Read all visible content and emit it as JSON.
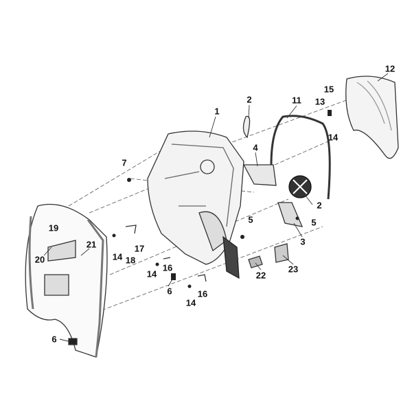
{
  "diagram": {
    "callouts": [
      {
        "id": "c1",
        "text": "1"
      },
      {
        "id": "c2a",
        "text": "2"
      },
      {
        "id": "c2b",
        "text": "2"
      },
      {
        "id": "c3",
        "text": "3"
      },
      {
        "id": "c4",
        "text": "4"
      },
      {
        "id": "c5a",
        "text": "5"
      },
      {
        "id": "c5b",
        "text": "5"
      },
      {
        "id": "c6a",
        "text": "6"
      },
      {
        "id": "c6b",
        "text": "6"
      },
      {
        "id": "c7",
        "text": "7"
      },
      {
        "id": "c11",
        "text": "11"
      },
      {
        "id": "c12",
        "text": "12"
      },
      {
        "id": "c13",
        "text": "13"
      },
      {
        "id": "c14a",
        "text": "14"
      },
      {
        "id": "c14b",
        "text": "14"
      },
      {
        "id": "c14c",
        "text": "14"
      },
      {
        "id": "c14d",
        "text": "14"
      },
      {
        "id": "c15",
        "text": "15"
      },
      {
        "id": "c16a",
        "text": "16"
      },
      {
        "id": "c16b",
        "text": "16"
      },
      {
        "id": "c17",
        "text": "17"
      },
      {
        "id": "c18",
        "text": "18"
      },
      {
        "id": "c19",
        "text": "19"
      },
      {
        "id": "c20",
        "text": "20"
      },
      {
        "id": "c21",
        "text": "21"
      },
      {
        "id": "c22",
        "text": "22"
      },
      {
        "id": "c23",
        "text": "23"
      }
    ]
  }
}
